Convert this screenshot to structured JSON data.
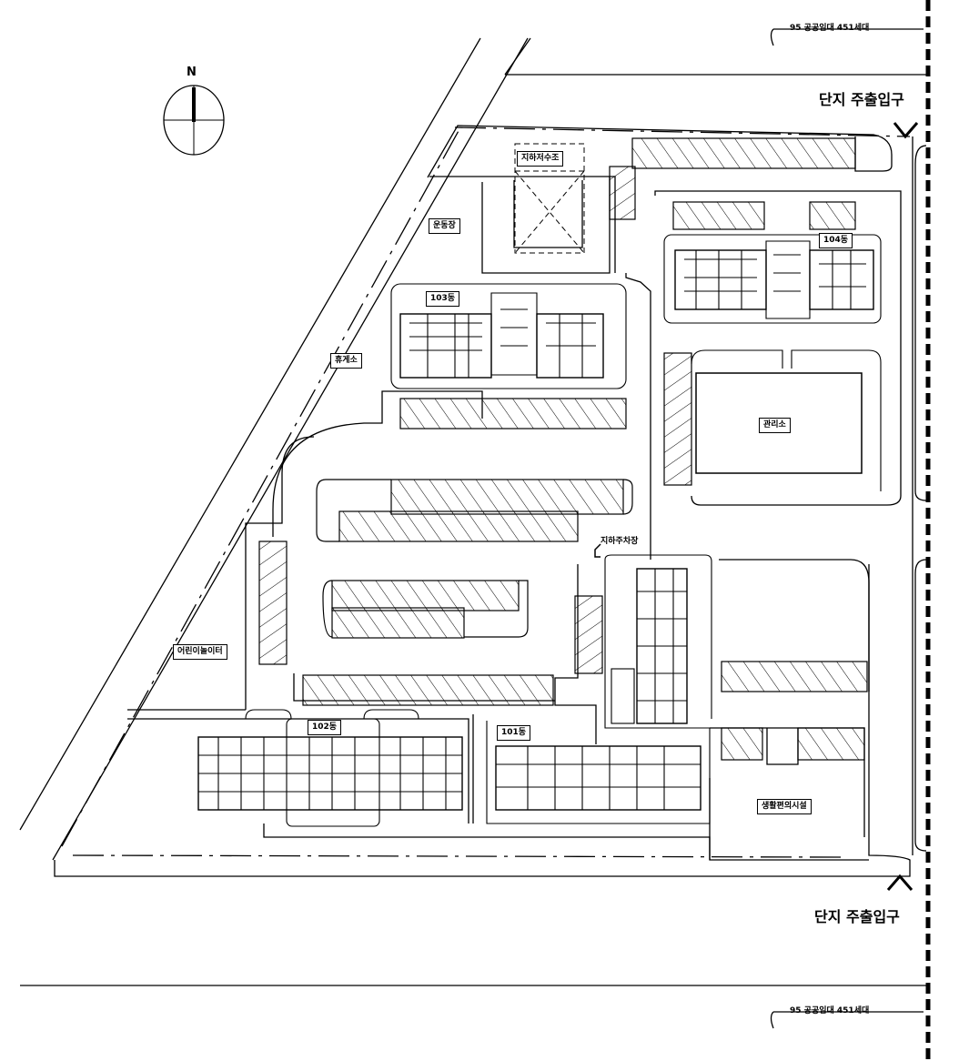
{
  "north_label": "N",
  "entrance_label": "단지 주출입구",
  "neighbor_label": "95 공공임대 451세대",
  "labels": {
    "reservoir": "지하저수조",
    "sports": "운동장",
    "rest": "휴게소",
    "playground": "어린이놀이터",
    "underground_parking": "지하주차장",
    "management": "관리소",
    "amenities": "생활편의시설",
    "b101": "101동",
    "b102": "102동",
    "b103": "103동",
    "b104": "104동"
  }
}
